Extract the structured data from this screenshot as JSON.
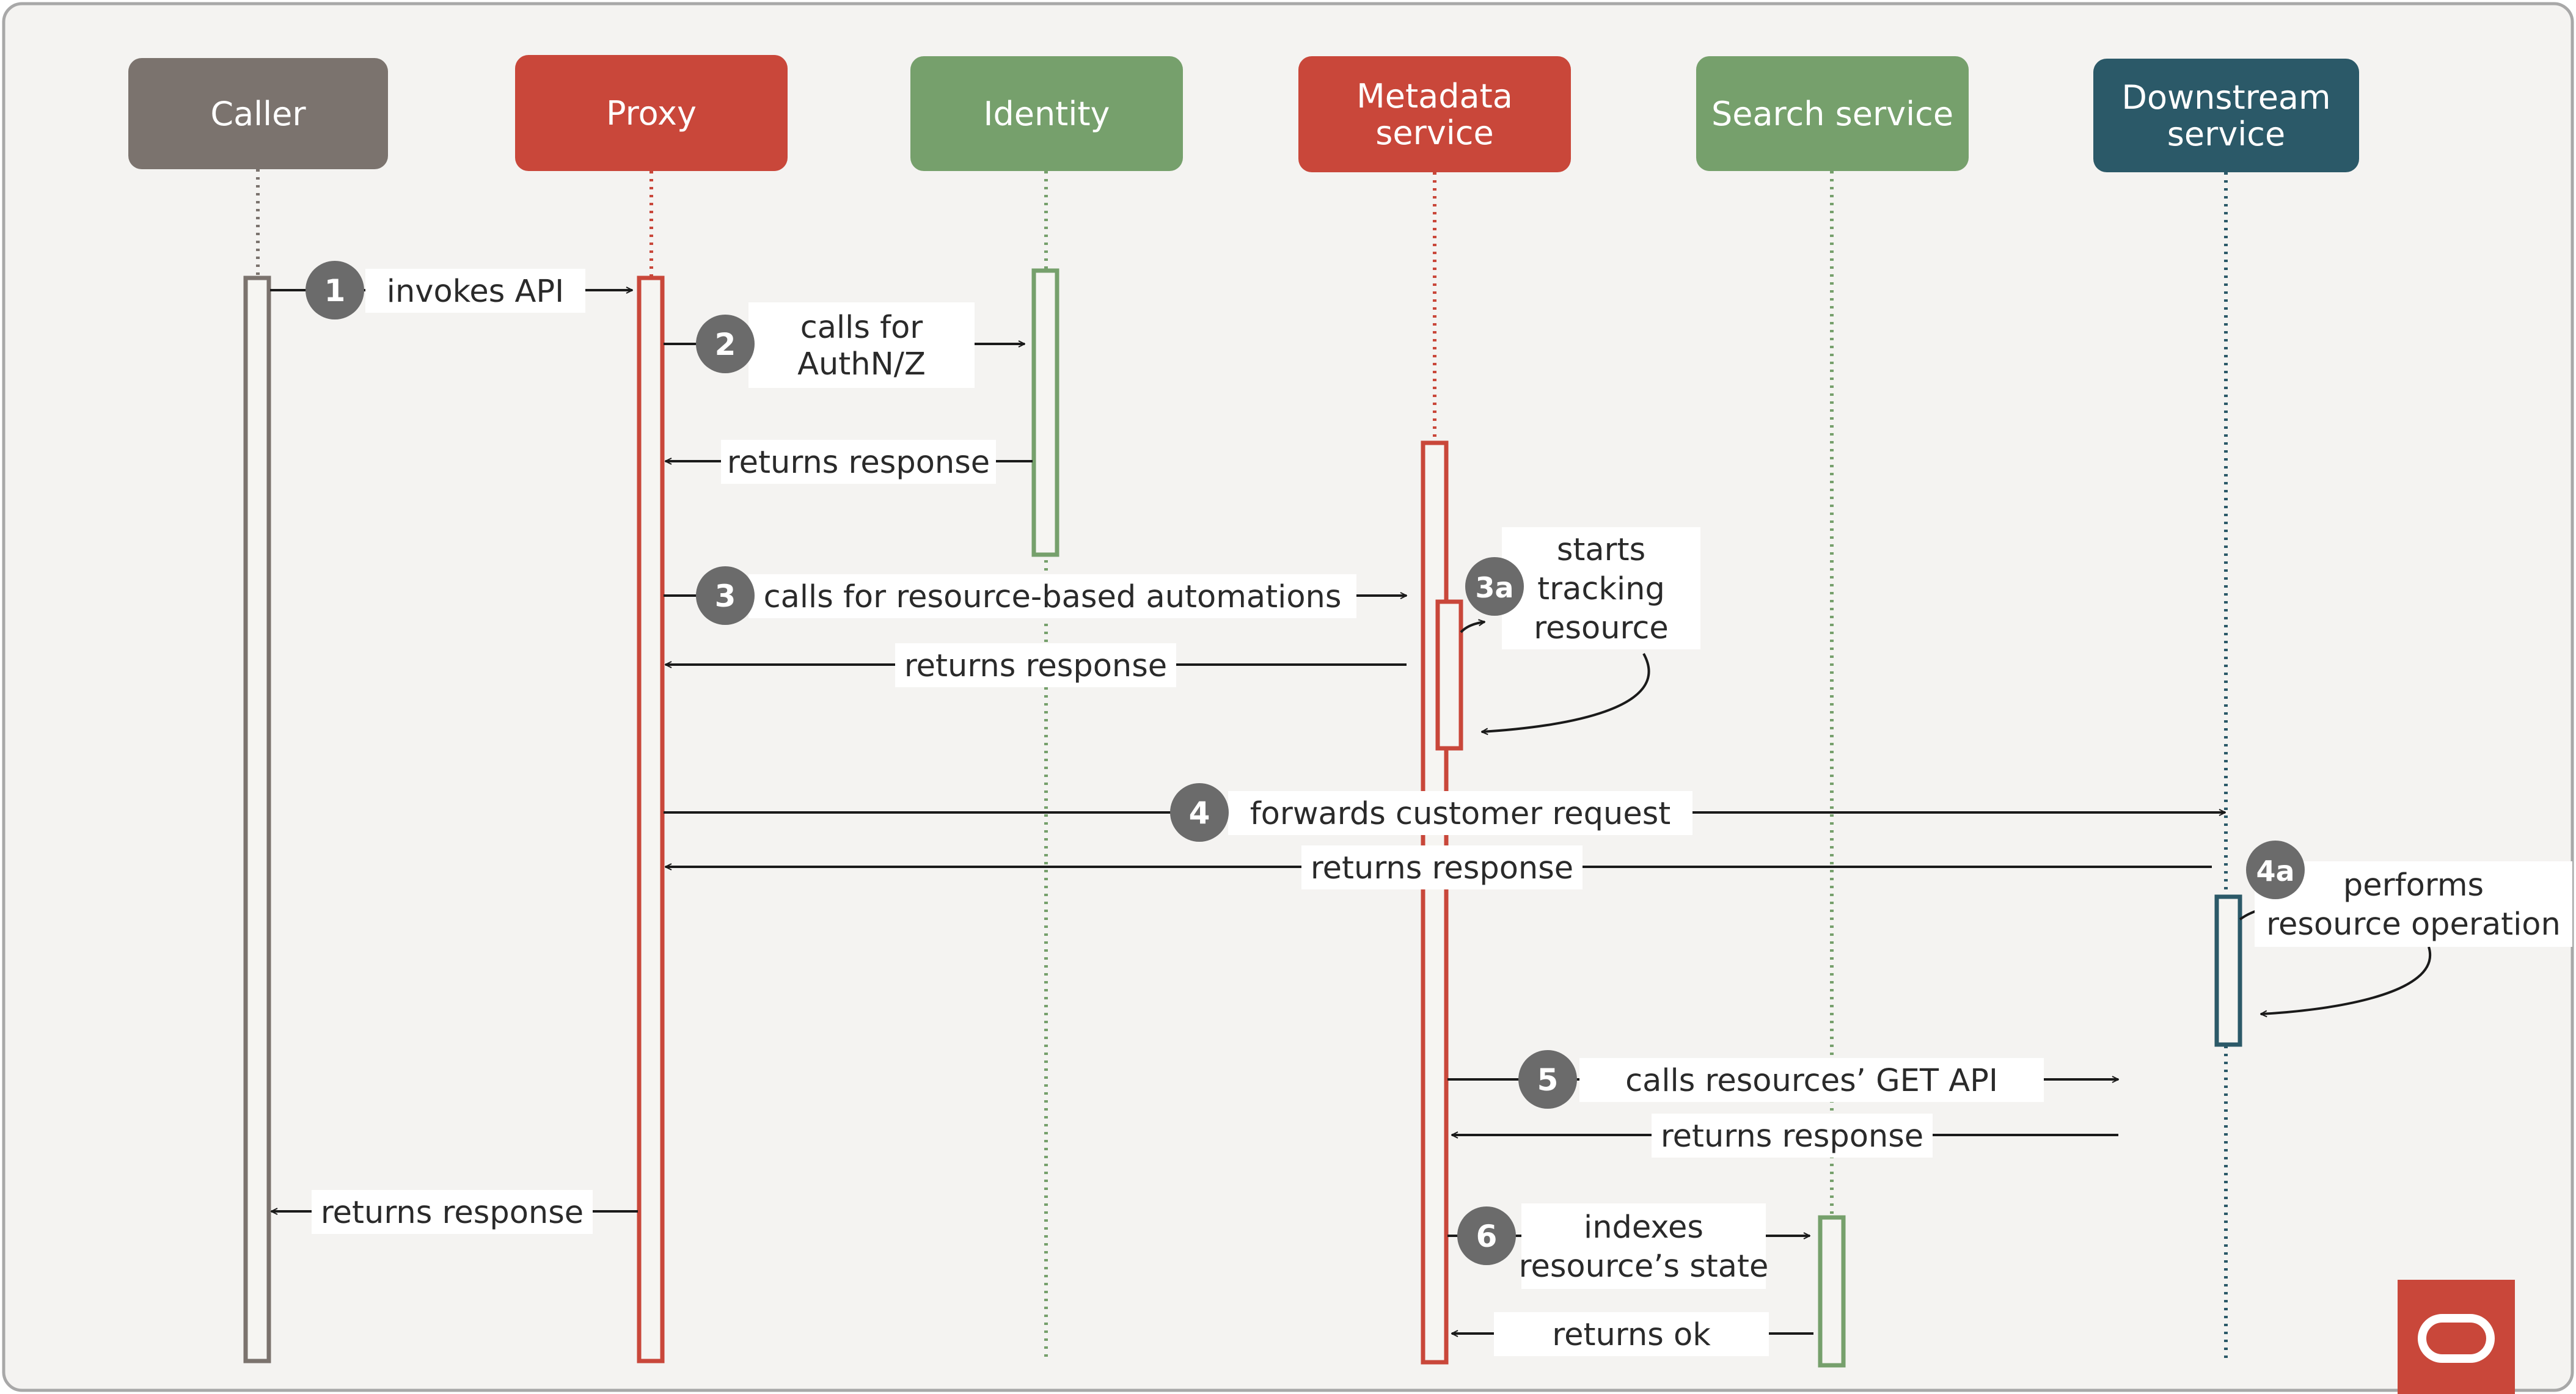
{
  "participants": [
    {
      "id": "caller",
      "lines": [
        "Caller"
      ],
      "color": "#7b736e",
      "lifeline": "#7b736e"
    },
    {
      "id": "proxy",
      "lines": [
        "Proxy"
      ],
      "color": "#c9473a",
      "lifeline": "#c9473a"
    },
    {
      "id": "identity",
      "lines": [
        "Identity"
      ],
      "color": "#76a06c",
      "lifeline": "#76a06c"
    },
    {
      "id": "metadata",
      "lines": [
        "Metadata",
        "service"
      ],
      "color": "#c9473a",
      "lifeline": "#c9473a"
    },
    {
      "id": "search",
      "lines": [
        "Search service"
      ],
      "color": "#76a06c",
      "lifeline": "#76a06c"
    },
    {
      "id": "downstream",
      "lines": [
        "Downstream",
        "service"
      ],
      "color": "#2b5968",
      "lifeline": "#2b5968"
    }
  ],
  "messages": [
    {
      "id": "invokes-api",
      "badge": "1",
      "lines": [
        "invokes API"
      ]
    },
    {
      "id": "calls-authnz",
      "badge": "2",
      "lines": [
        "calls for",
        "AuthN/Z"
      ]
    },
    {
      "id": "identity-returns",
      "badge": "",
      "lines": [
        "returns response"
      ]
    },
    {
      "id": "calls-automations",
      "badge": "3",
      "lines": [
        "calls for resource-based automations"
      ]
    },
    {
      "id": "metadata-returns",
      "badge": "",
      "lines": [
        "returns response"
      ]
    },
    {
      "id": "starts-tracking",
      "badge": "3a",
      "lines": [
        "starts",
        "tracking",
        "resource"
      ]
    },
    {
      "id": "forwards-request",
      "badge": "4",
      "lines": [
        "forwards customer request"
      ]
    },
    {
      "id": "downstream-returns",
      "badge": "",
      "lines": [
        "returns response"
      ]
    },
    {
      "id": "performs-operation",
      "badge": "4a",
      "lines": [
        "performs",
        "resource operation"
      ]
    },
    {
      "id": "calls-get-api",
      "badge": "5",
      "lines": [
        "calls resources’ GET API"
      ]
    },
    {
      "id": "get-returns",
      "badge": "",
      "lines": [
        "returns response"
      ]
    },
    {
      "id": "proxy-returns",
      "badge": "",
      "lines": [
        "returns response"
      ]
    },
    {
      "id": "indexes-state",
      "badge": "6",
      "lines": [
        "indexes",
        "resource’s state"
      ]
    },
    {
      "id": "returns-ok",
      "badge": "",
      "lines": [
        "returns ok"
      ]
    }
  ],
  "colors": {
    "background": "#f4f3f1",
    "border": "#a8a8a8",
    "badge": "#6b6b6b",
    "label_box": "#ffffff",
    "arrow": "#1a1a1a",
    "logo": "#c9473a"
  },
  "logo": {
    "icon": "oracle-logo-icon"
  }
}
